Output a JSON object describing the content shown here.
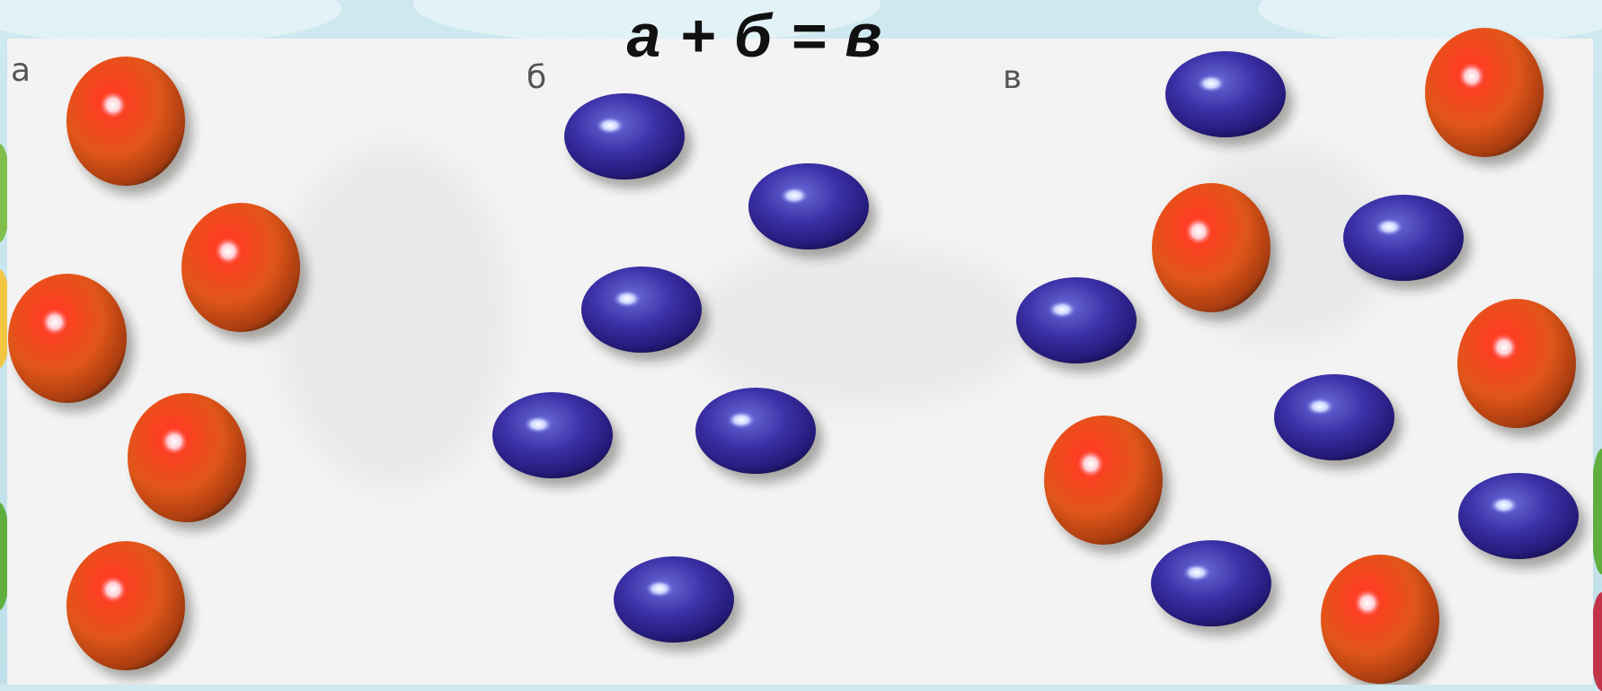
{
  "equation": "а + б = в",
  "panels": [
    {
      "label": "а",
      "red_spheres": 5,
      "blue_spheres": 0
    },
    {
      "label": "б",
      "red_spheres": 0,
      "blue_spheres": 6
    },
    {
      "label": "в",
      "red_spheres": 5,
      "blue_spheres": 6
    }
  ],
  "colors": {
    "red_sphere": "#e0501a",
    "blue_sphere": "#3a2fa0",
    "paper": "#f3f3f3",
    "frame": "#cfe8f0"
  }
}
